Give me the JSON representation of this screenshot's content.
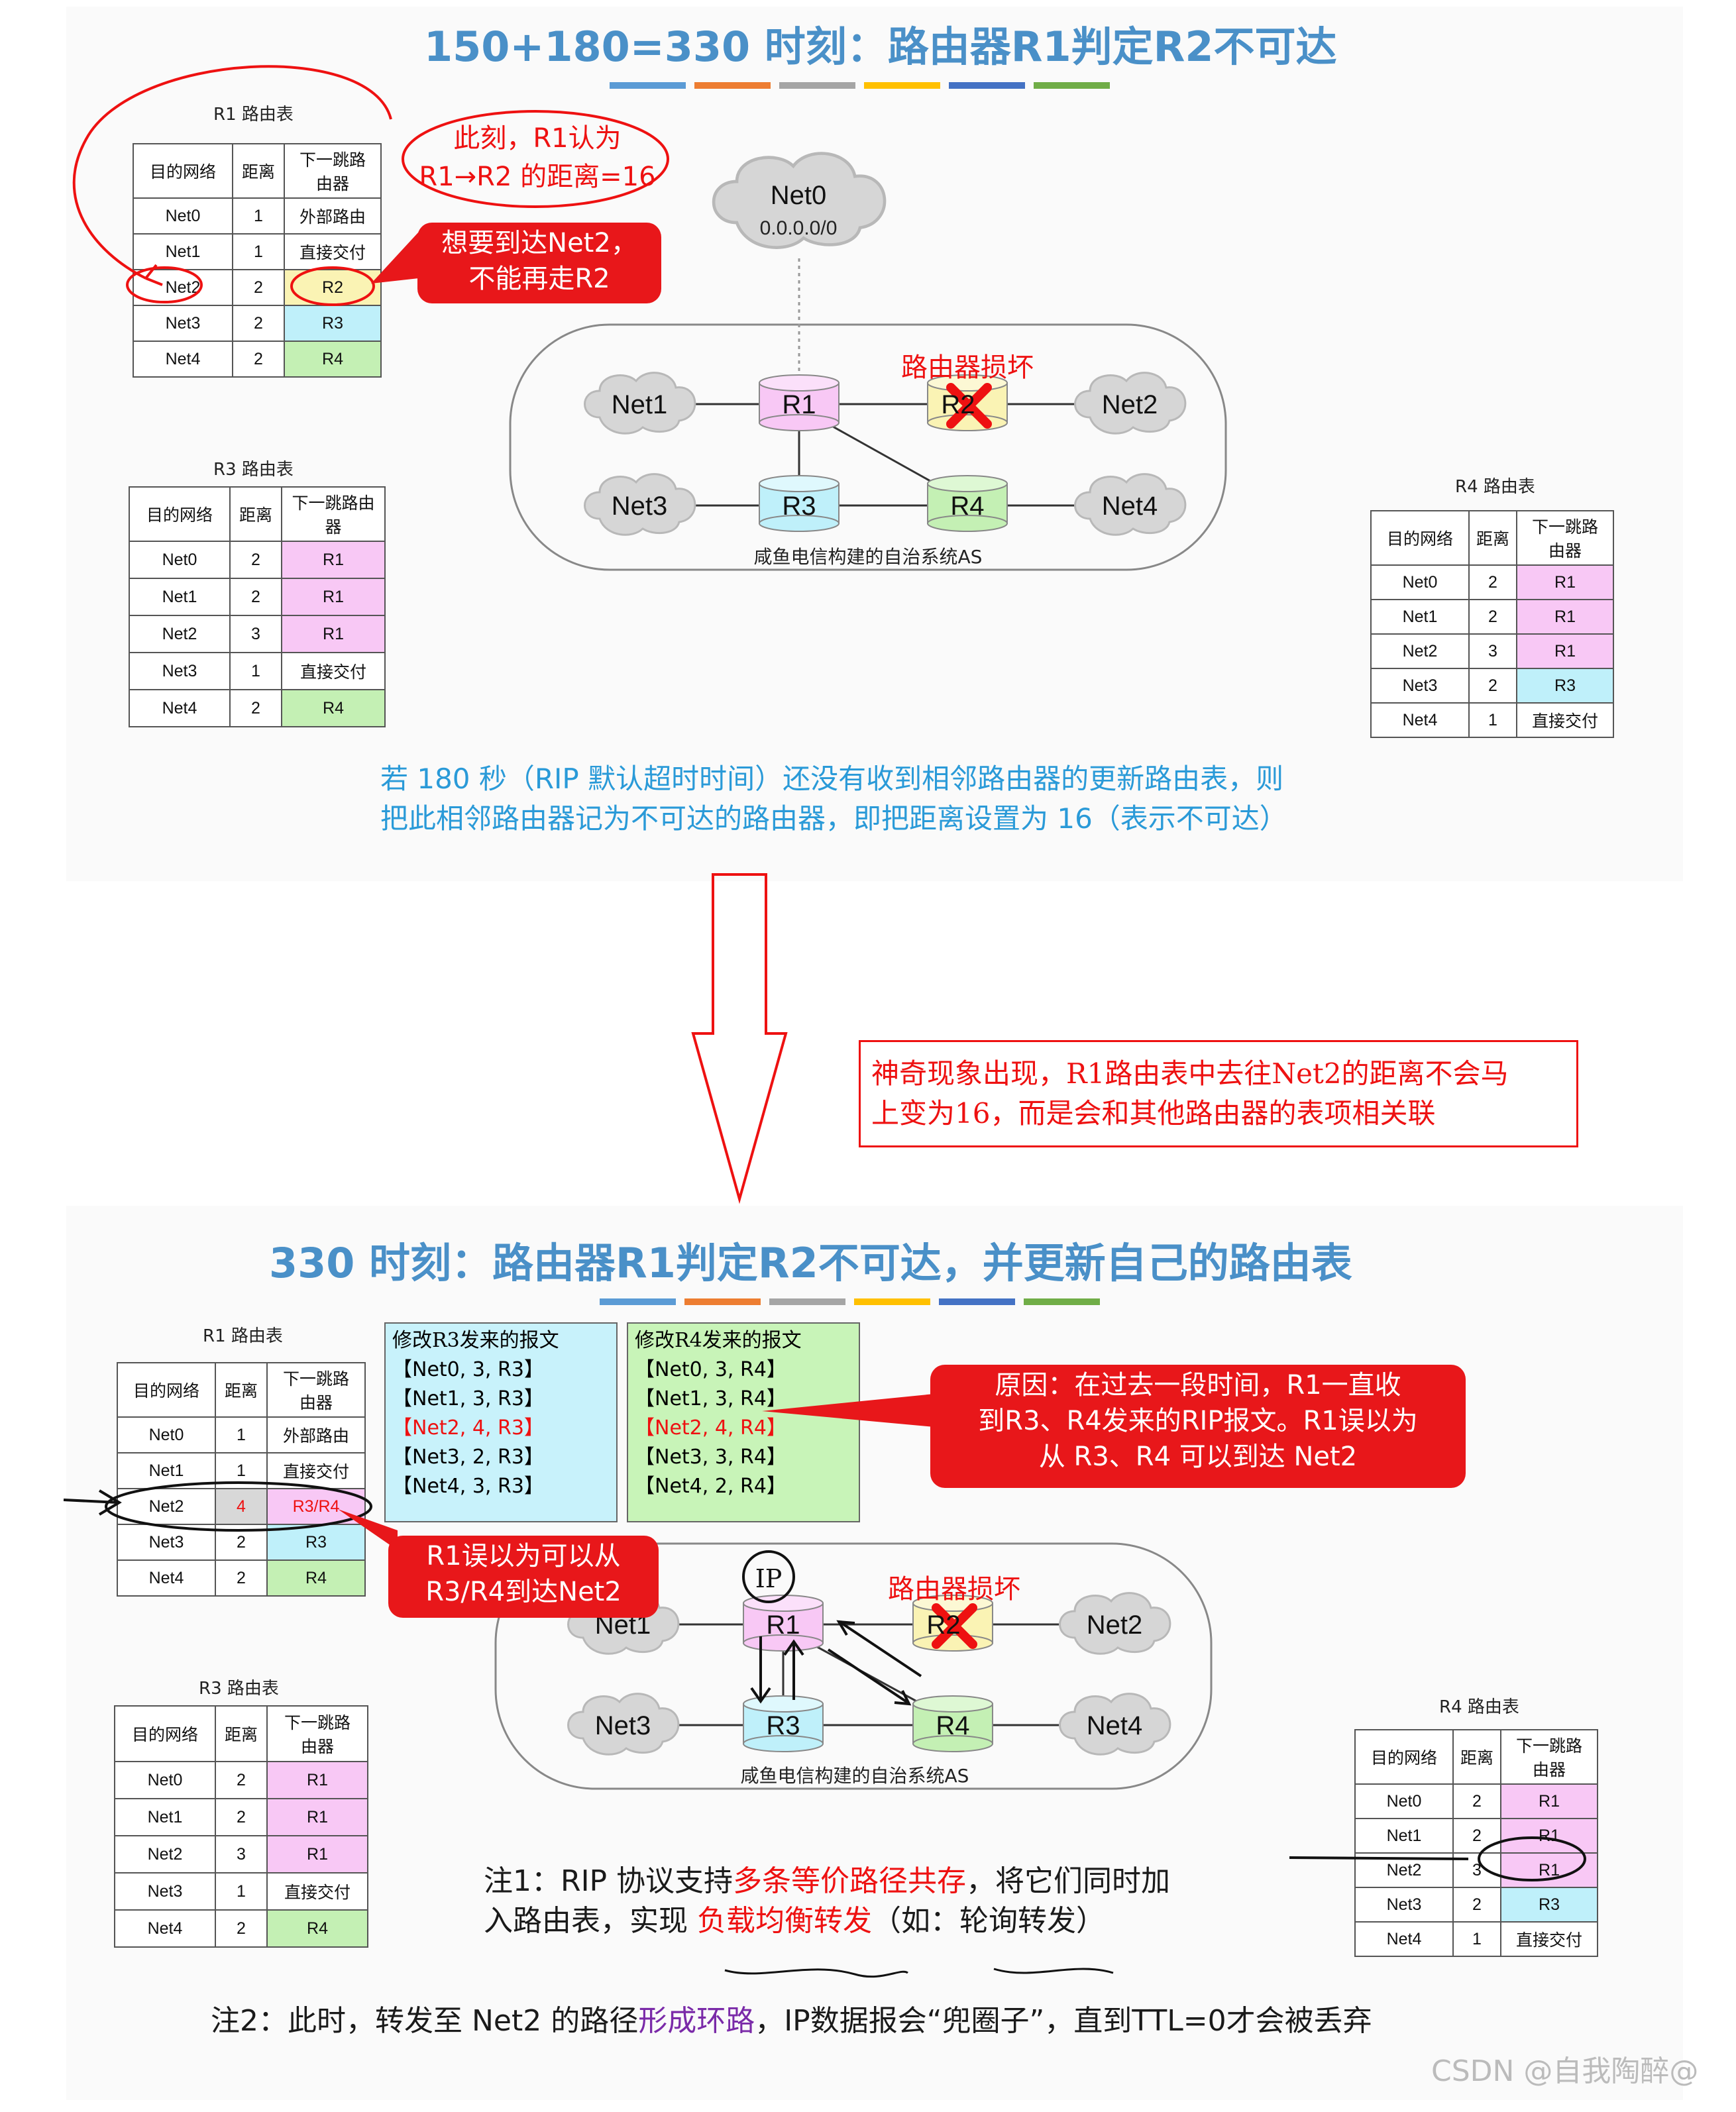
{
  "top": {
    "title": "150+180=330 时刻：路由器R1判定R2不可达",
    "r1_table": {
      "caption": "R1 路由表",
      "headers": [
        "目的网络",
        "距离",
        "下一跳路由器"
      ],
      "rows": [
        [
          "Net0",
          "1",
          "外部路由"
        ],
        [
          "Net1",
          "1",
          "直接交付"
        ],
        [
          "Net2",
          "2",
          "R2"
        ],
        [
          "Net3",
          "2",
          "R3"
        ],
        [
          "Net4",
          "2",
          "R4"
        ]
      ]
    },
    "r3_table": {
      "caption": "R3 路由表",
      "headers": [
        "目的网络",
        "距离",
        "下一跳路由器"
      ],
      "rows": [
        [
          "Net0",
          "2",
          "R1"
        ],
        [
          "Net1",
          "2",
          "R1"
        ],
        [
          "Net2",
          "3",
          "R1"
        ],
        [
          "Net3",
          "1",
          "直接交付"
        ],
        [
          "Net4",
          "2",
          "R4"
        ]
      ]
    },
    "r4_table": {
      "caption": "R4 路由表",
      "headers": [
        "目的网络",
        "距离",
        "下一跳路由器"
      ],
      "rows": [
        [
          "Net0",
          "2",
          "R1"
        ],
        [
          "Net1",
          "2",
          "R1"
        ],
        [
          "Net2",
          "3",
          "R1"
        ],
        [
          "Net3",
          "2",
          "R3"
        ],
        [
          "Net4",
          "1",
          "直接交付"
        ]
      ]
    },
    "annotation_distance": [
      "此刻，R1认为",
      "R1→R2 的距离=16"
    ],
    "callout_net2": [
      "想要到达Net2，",
      "不能再走R2"
    ],
    "net0_label": "Net0",
    "net0_addr": "0.0.0.0/0",
    "router_broken": "路由器损坏",
    "as_label": "咸鱼电信构建的自治系统AS",
    "explain": [
      "若 180 秒（RIP 默认超时时间）还没有收到相邻路由器的更新路由表，则",
      "把此相邻路由器记为不可达的路由器，即把距离设置为 16（表示不可达）"
    ]
  },
  "middle": {
    "magic": [
      "神奇现象出现，R1路由表中去往Net2的距离不会马",
      "上变为16，而是会和其他路由器的表项相关联"
    ]
  },
  "bottom": {
    "title": "330 时刻：路由器R1判定R2不可达，并更新自己的路由表",
    "r1_table": {
      "caption": "R1 路由表",
      "headers": [
        "目的网络",
        "距离",
        "下一跳路由器"
      ],
      "rows": [
        [
          "Net0",
          "1",
          "外部路由"
        ],
        [
          "Net1",
          "1",
          "直接交付"
        ],
        [
          "Net2",
          "4",
          "R3/R4"
        ],
        [
          "Net3",
          "2",
          "R3"
        ],
        [
          "Net4",
          "2",
          "R4"
        ]
      ]
    },
    "r3_table": {
      "caption": "R3 路由表",
      "headers": [
        "目的网络",
        "距离",
        "下一跳路由器"
      ],
      "rows": [
        [
          "Net0",
          "2",
          "R1"
        ],
        [
          "Net1",
          "2",
          "R1"
        ],
        [
          "Net2",
          "3",
          "R1"
        ],
        [
          "Net3",
          "1",
          "直接交付"
        ],
        [
          "Net4",
          "2",
          "R4"
        ]
      ]
    },
    "r4_table": {
      "caption": "R4 路由表",
      "headers": [
        "目的网络",
        "距离",
        "下一跳路由器"
      ],
      "rows": [
        [
          "Net0",
          "2",
          "R1"
        ],
        [
          "Net1",
          "2",
          "R1"
        ],
        [
          "Net2",
          "3",
          "R1"
        ],
        [
          "Net3",
          "2",
          "R3"
        ],
        [
          "Net4",
          "1",
          "直接交付"
        ]
      ]
    },
    "msg_r3": {
      "title": "修改R3发来的报文",
      "lines": [
        "【Net0, 3, R3】",
        "【Net1, 3, R3】",
        "【Net2, 4, R3】",
        "【Net3, 2, R3】",
        "【Net4, 3, R3】"
      ]
    },
    "msg_r4": {
      "title": "修改R4发来的报文",
      "lines": [
        "【Net0, 3, R4】",
        "【Net1, 3, R4】",
        "【Net2, 4, R4】",
        "【Net3, 3, R4】",
        "【Net4, 2, R4】"
      ]
    },
    "callout_reason": [
      "原因：在过去一段时间，R1一直收",
      "到R3、R4发来的RIP报文。R1误以为",
      "从 R3、R4 可以到达 Net2"
    ],
    "callout_mistake": [
      "R1误以为可以从",
      "R3/R4到达Net2"
    ],
    "ip_label": "IP",
    "router_broken": "路由器损坏",
    "as_label": "咸鱼电信构建的自治系统AS",
    "note1": {
      "prefix": "注1：RIP 协议支持",
      "hl1": "多条等价路径共存",
      "mid": "，将它们同时加",
      "line2_a": "入路由表，实现 ",
      "hl2": "负载均衡转发",
      "line2_b": "（如：",
      "hl3": "轮询转发",
      "line2_c": "）"
    },
    "note2": {
      "prefix": "注2：此时，转发至 Net2 的路径",
      "hl": "形成环路",
      "suffix": "，IP数据报会“兜圈子”，直到TTL=0才会被丢弃"
    }
  },
  "networks": [
    "Net1",
    "Net2",
    "Net3",
    "Net4"
  ],
  "routers": [
    "R1",
    "R2",
    "R3",
    "R4"
  ],
  "watermark": "CSDN @自我陶醉@",
  "colors": {
    "title_blue": "#4a90c8",
    "callout_red": "#e8171a",
    "router_pink": "#f8c8f5",
    "router_cyan": "#bff0fa",
    "router_green": "#c4f0b4",
    "router_yellow": "#faf3b4",
    "bar_colors": [
      "#5b9bd5",
      "#ed7d31",
      "#a5a5a5",
      "#ffc000",
      "#4472c4",
      "#70ad47"
    ]
  }
}
